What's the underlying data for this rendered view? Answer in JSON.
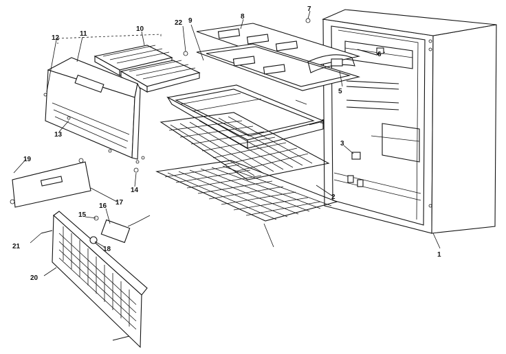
{
  "parts": {
    "p1": "1",
    "p2": "2",
    "p3": "3",
    "p4": "4",
    "p5": "5",
    "p6": "6",
    "p7": "7",
    "p8": "8",
    "p9": "9",
    "p10": "10",
    "p11": "11",
    "p12": "12",
    "p13": "13",
    "p14": "14",
    "p15": "15",
    "p16": "16",
    "p17": "17",
    "p18": "18",
    "p19": "19",
    "p20": "20",
    "p21": "21",
    "p22": "22"
  },
  "style": {
    "ink": "#111111",
    "paper": "#ffffff"
  }
}
